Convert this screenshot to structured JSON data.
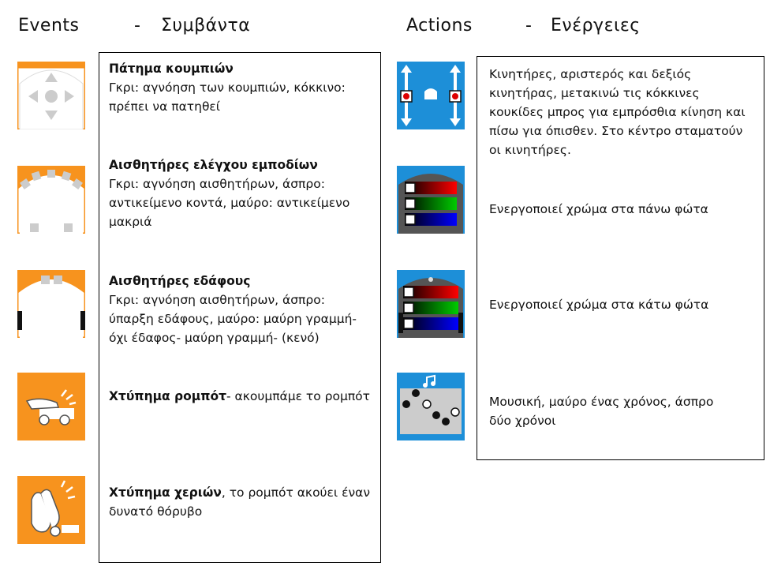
{
  "events": {
    "title": "Events",
    "dash": "-",
    "title_gr": "Συμβάντα",
    "items": [
      {
        "icon": "buttons-event-icon",
        "bold": "Πάτημα κουμπιών",
        "rest": "",
        "text": "Γκρι: αγνόηση των κουμπιών, κόκκινο: πρέπει να πατηθεί"
      },
      {
        "icon": "prox-sensors-event-icon",
        "bold": "Αισθητήρες ελέγχου εμποδίων",
        "rest": "",
        "text": "Γκρι: αγνόηση αισθητήρων, άσπρο: αντικείμενο κοντά, μαύρο: αντικείμενο μακριά"
      },
      {
        "icon": "ground-sensors-event-icon",
        "bold": "Αισθητήρες εδάφους",
        "rest": "",
        "text": "Γκρι: αγνόηση αισθητήρων, άσπρο: ύπαρξη εδάφους, μαύρο: μαύρη γραμμή- όχι έδαφος- μαύρη γραμμή- (κενό)"
      },
      {
        "icon": "tap-robot-event-icon",
        "bold": "Χτύπημα ρομπότ",
        "rest": "- ακουμπάμε το ρομπότ",
        "text": ""
      },
      {
        "icon": "clap-event-icon",
        "bold": "Χτύπημα χεριών",
        "rest": ", το ρομπότ ακούει έναν δυνατό θόρυβο",
        "text": ""
      }
    ]
  },
  "actions": {
    "title": "Actions",
    "dash": "-",
    "title_gr": "Ενέργειες",
    "items": [
      {
        "icon": "motors-action-icon",
        "text": "Κινητήρες, αριστερός και δεξιός κινητήρας, μετακινώ τις κόκκινες κουκίδες μπρος για εμπρόσθια κίνηση και πίσω για όπισθεν. Στο κέντρο σταματούν οι κινητήρες."
      },
      {
        "icon": "top-color-action-icon",
        "text": "Ενεργοποιεί χρώμα στα πάνω φώτα"
      },
      {
        "icon": "bottom-color-action-icon",
        "text": "Ενεργοποιεί χρώμα στα κάτω φώτα"
      },
      {
        "icon": "music-action-icon",
        "text": "Μουσική, μαύρο ένας χρόνος, άσπρο δύο χρόνοι"
      }
    ]
  },
  "colors": {
    "event_orange": "#f7931e",
    "action_blue": "#1d8fd8"
  }
}
